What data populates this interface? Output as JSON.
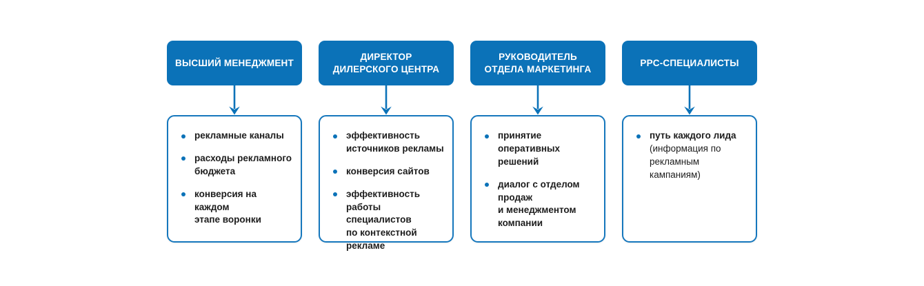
{
  "colors": {
    "accent_blue": "#0b72b8",
    "body_border_blue": "#1577bd",
    "text_dark": "#1c1c1c",
    "background": "#ffffff",
    "header_text": "#ffffff"
  },
  "icons": {
    "arrow": "down-arrow-icon",
    "bullet": "bullet-dot-icon"
  },
  "columns": [
    {
      "header": "ВЫСШИЙ МЕНЕДЖМЕНТ",
      "items": [
        {
          "bold": "рекламные каналы",
          "regular": ""
        },
        {
          "bold": "расходы рекламного\nбюджета",
          "regular": ""
        },
        {
          "bold": "конверсия на каждом\nэтапе воронки",
          "regular": ""
        }
      ]
    },
    {
      "header": "ДИРЕКТОР\nДИЛЕРСКОГО ЦЕНТРА",
      "items": [
        {
          "bold": "эффективность\nисточников рекламы",
          "regular": ""
        },
        {
          "bold": "конверсия сайтов",
          "regular": ""
        },
        {
          "bold": "эффективность\nработы специалистов\nпо контекстной\nрекламе",
          "regular": ""
        }
      ]
    },
    {
      "header": "РУКОВОДИТЕЛЬ\nОТДЕЛА МАРКЕТИНГА",
      "items": [
        {
          "bold": "принятие\nоперативных\nрешений",
          "regular": ""
        },
        {
          "bold": "диалог с отделом\nпродаж\nи менеджментом\nкомпании",
          "regular": ""
        }
      ]
    },
    {
      "header": "PPC-СПЕЦИАЛИСТЫ",
      "items": [
        {
          "bold": "путь каждого лида",
          "regular": "(информация по\nрекламным\nкампаниям)"
        }
      ]
    }
  ]
}
